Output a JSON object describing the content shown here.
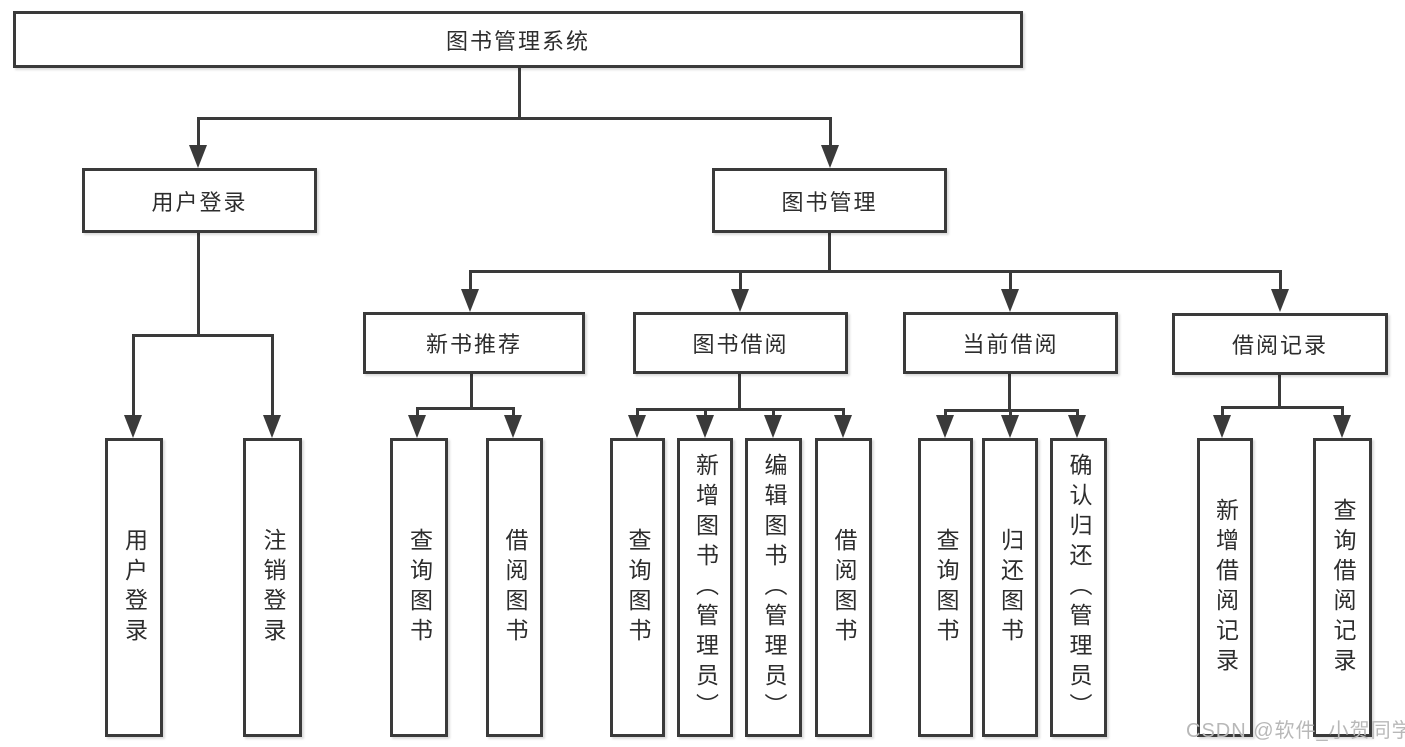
{
  "diagram": {
    "title": "图书管理系统",
    "root": {
      "label": "图书管理系统"
    },
    "level2": {
      "user_login": {
        "label": "用户登录"
      },
      "book_mgmt": {
        "label": "图书管理"
      }
    },
    "level3": {
      "new_book_rec": {
        "label": "新书推荐"
      },
      "book_borrow": {
        "label": "图书借阅"
      },
      "current_borrow": {
        "label": "当前借阅"
      },
      "borrow_records": {
        "label": "借阅记录"
      }
    },
    "leaves": {
      "user_login_action": "用户登录",
      "logout": "注销登录",
      "rec_query_books": "查询图书",
      "rec_borrow_books": "借阅图书",
      "bb_query_books": "查询图书",
      "bb_add_books": "新增图书（管理员）",
      "bb_edit_books": "编辑图书（管理员）",
      "bb_borrow_books": "借阅图书",
      "cb_query_books": "查询图书",
      "cb_return_books": "归还图书",
      "cb_confirm_return": "确认归还（管理员）",
      "br_add_record": "新增借阅记录",
      "br_query_record": "查询借阅记录"
    }
  },
  "colors": {
    "line": "#3a3a3a",
    "text": "#2d2d2d",
    "watermark": "#b8b8b8",
    "background": "#ffffff"
  },
  "watermark": {
    "text": "CSDN @软件_小贺同学"
  }
}
